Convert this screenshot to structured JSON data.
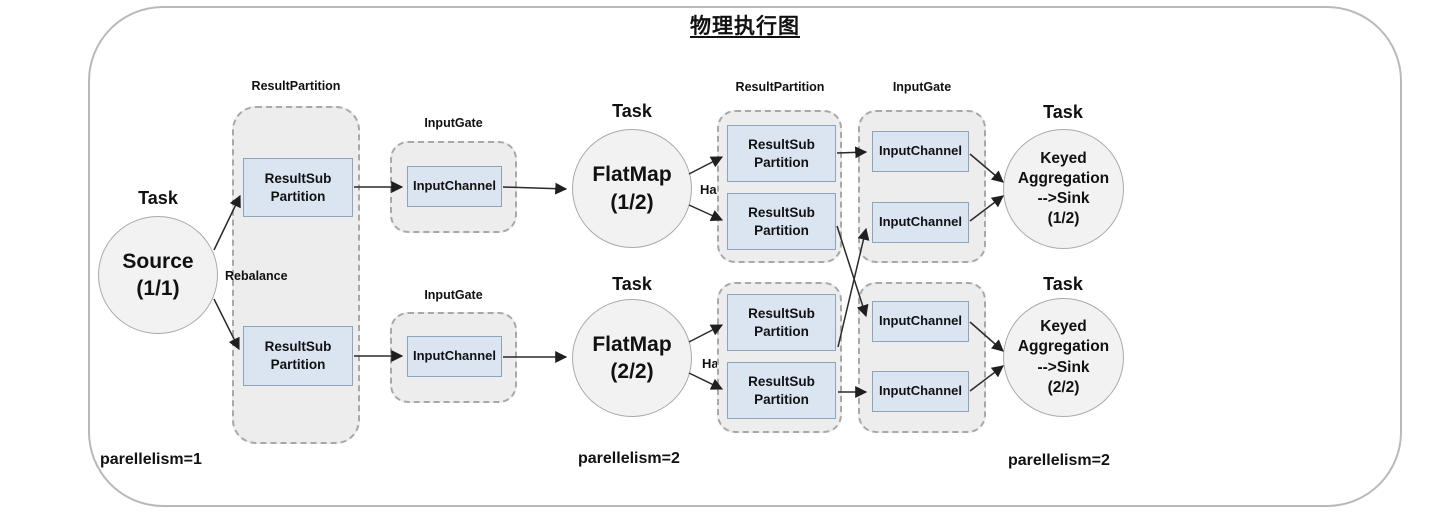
{
  "title": "物理执行图",
  "labels": {
    "task": "Task",
    "result_partition": "ResultPartition",
    "input_gate": "InputGate",
    "result_sub_partition": "ResultSub Partition",
    "input_channel": "InputChannel",
    "rebalance": "Rebalance",
    "hash": "Hash"
  },
  "nodes": {
    "source": {
      "name": "Source",
      "index": "(1/1)"
    },
    "flatmap1": {
      "name": "FlatMap",
      "index": "(1/2)"
    },
    "flatmap2": {
      "name": "FlatMap",
      "index": "(2/2)"
    },
    "agg1": {
      "line1": "Keyed",
      "line2": "Aggregation",
      "line3": "--&gt;Sink",
      "index": "(1/2)"
    },
    "agg2": {
      "line1": "Keyed",
      "line2": "Aggregation",
      "line3": "--&gt;Sink",
      "index": "(2/2)"
    }
  },
  "footer": {
    "parallelism_source": "parellelism=1",
    "parallelism_flatmap": "parellelism=2",
    "parallelism_sink": "parellelism=2"
  },
  "colors": {
    "container_fill": "#ededed",
    "container_border": "#a8a8a8",
    "box_fill": "#dbe5f2",
    "box_border": "#8ea4ba",
    "circle_fill": "#f2f2f2",
    "circle_border": "#aaaaaa",
    "arrow": "#1f1f1f",
    "text": "#111111"
  }
}
